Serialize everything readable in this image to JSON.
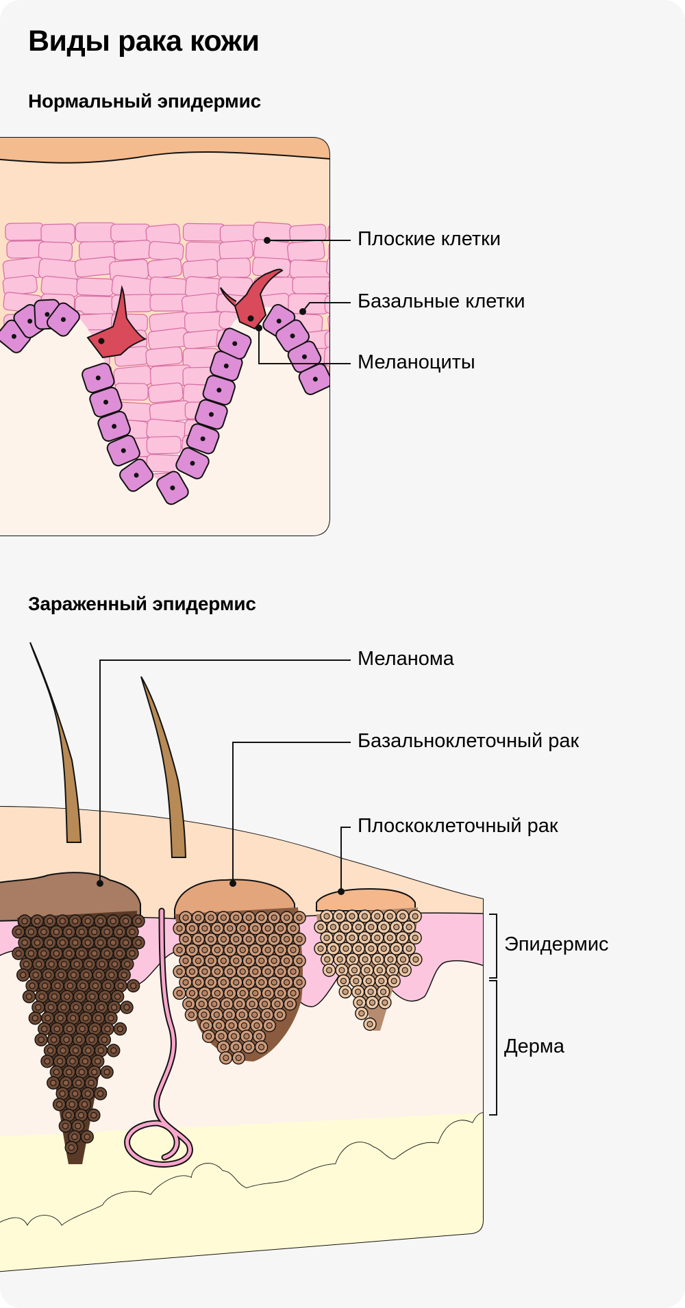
{
  "title": "Виды рака кожи",
  "normal": {
    "heading": "Нормальный эпидермис",
    "labels": {
      "squamous": "Плоские клетки",
      "basal": "Базальные клетки",
      "melanocytes": "Меланоциты"
    }
  },
  "infected": {
    "heading": "Зараженный эпидермис",
    "labels": {
      "melanoma": "Меланома",
      "bcc": "Базальноклеточный рак",
      "scc": "Плоскоклеточный рак",
      "epidermis": "Эпидермис",
      "dermis": "Дерма"
    }
  },
  "colors": {
    "stratum_corneum": "#f4bb8e",
    "skin_upper": "#fde0c6",
    "skin_lower": "#fdf3ea",
    "squamous_cell": "#fbc3dc",
    "basal_cell": "#dd8ed6",
    "melanocyte": "#d94a5a",
    "epidermis_pink": "#fcc7de",
    "fat": "#fefbd6",
    "hair": "#b88a55",
    "melanoma": "#a87d63",
    "melanoma_cell": "#6e4a35",
    "bcc": "#e3a57c",
    "bcc_cell": "#cf9b7a",
    "scc": "#f4b88c",
    "scc_cell": "#efc9a7"
  }
}
